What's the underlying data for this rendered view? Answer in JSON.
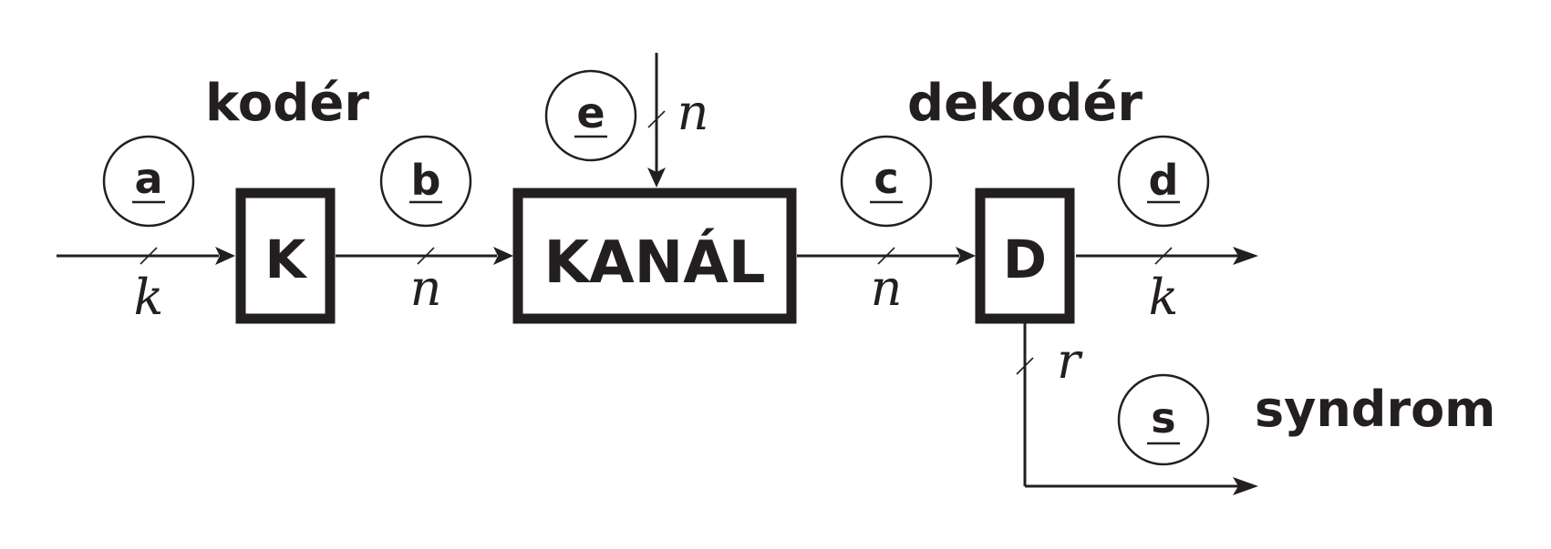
{
  "labels": {
    "coder": "kodér",
    "decoder": "dekodér",
    "syndrome": "syndrom"
  },
  "blocks": {
    "coder": "K",
    "channel": "KANÁL",
    "decoder": "D"
  },
  "vectors": {
    "a": "a",
    "b": "b",
    "c": "c",
    "d": "d",
    "e": "e",
    "s": "s"
  },
  "widths": {
    "input": "k",
    "coded": "n",
    "error": "n",
    "received": "n",
    "output": "k",
    "syndrome": "r"
  }
}
